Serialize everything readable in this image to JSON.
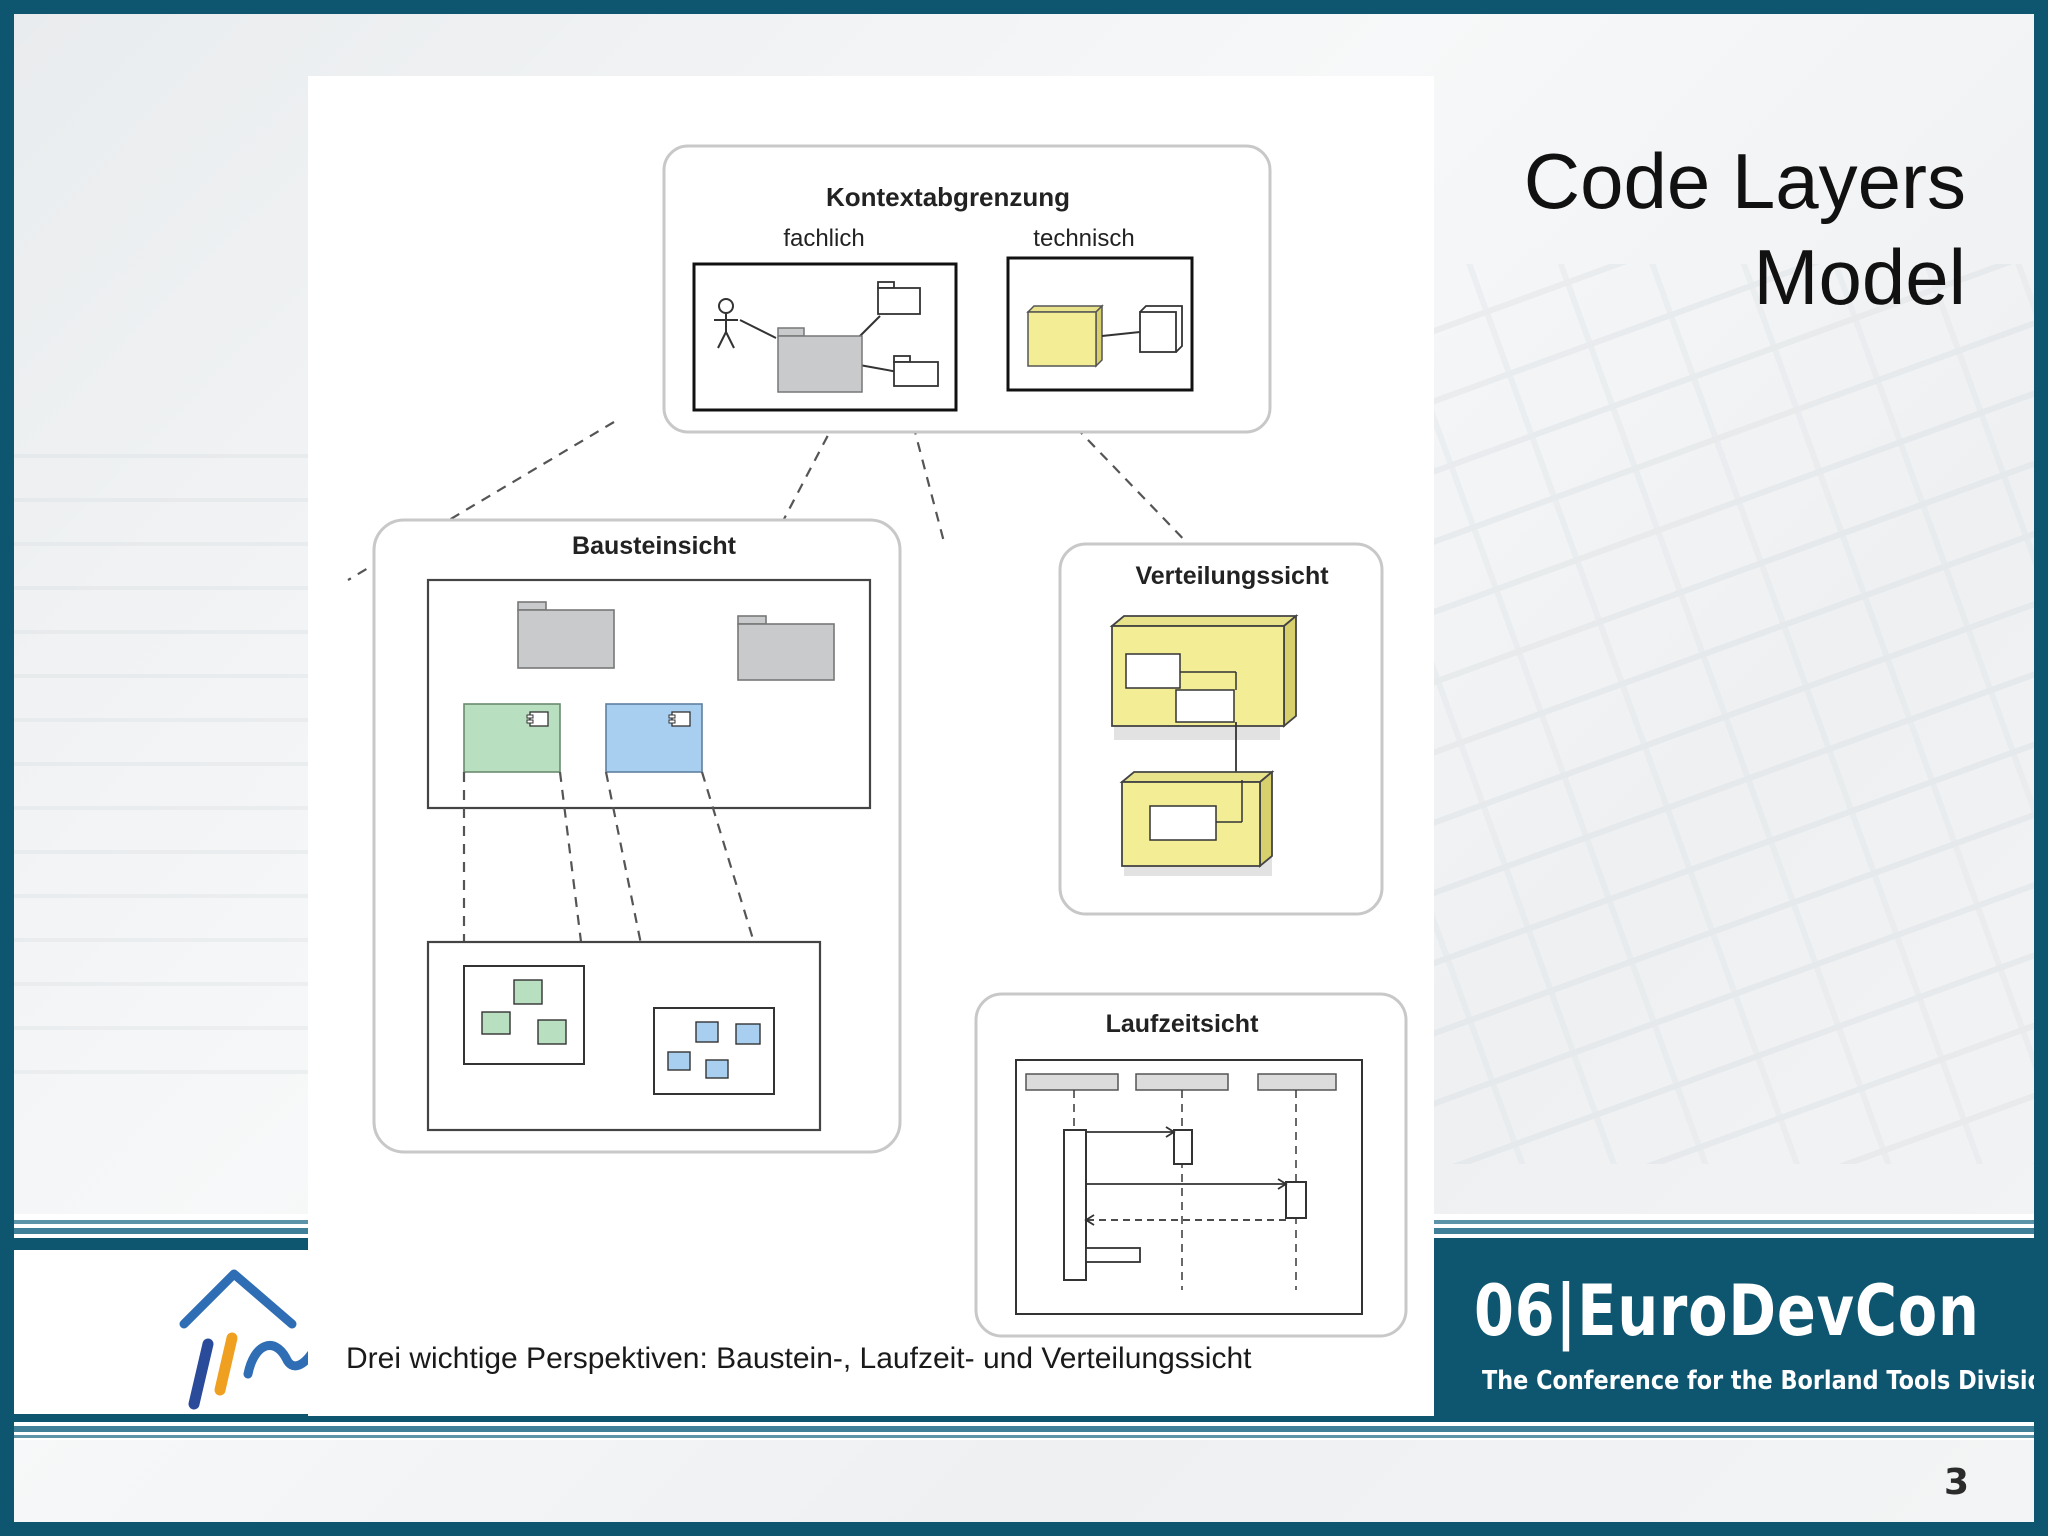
{
  "slide": {
    "title_line1": "Code Layers",
    "title_line2": "Model",
    "page_number": "3"
  },
  "conference": {
    "title": "06|EuroDevCon",
    "subtitle": "The Conference for the Borland Tools Division",
    "brand_color": "#0e5670"
  },
  "diagram": {
    "caption": "Drei wichtige Perspektiven: Baustein-, Laufzeit- und Verteilungssicht",
    "context": {
      "title": "Kontextabgrenzung",
      "left_label": "fachlich",
      "right_label": "technisch"
    },
    "building_block_view": {
      "title": "Bausteinsicht"
    },
    "deployment_view": {
      "title": "Verteilungssicht"
    },
    "runtime_view": {
      "title": "Laufzeitsicht"
    },
    "colors": {
      "package_gray": "#c9cacc",
      "green_component": "#b8dfc0",
      "blue_component": "#a9cff0",
      "node_yellow": "#f3ee96"
    }
  }
}
